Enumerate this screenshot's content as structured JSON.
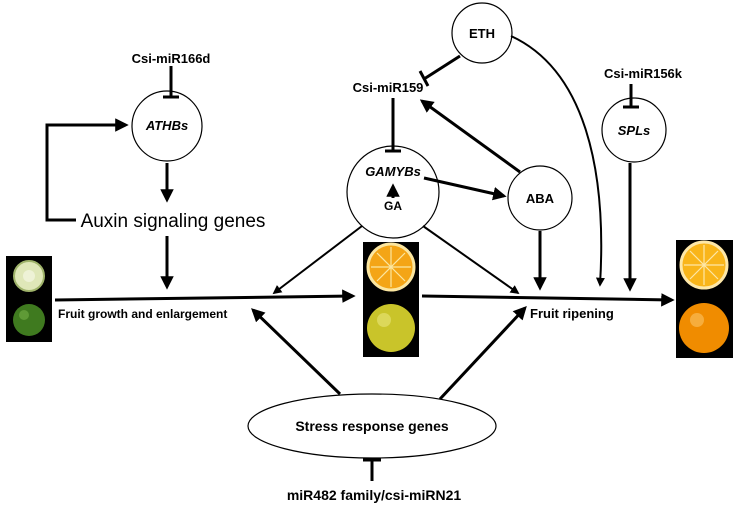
{
  "diagram": {
    "nodes": {
      "csi_mir166d": "Csi-miR166d",
      "athbs": "ATHBs",
      "auxin": "Auxin signaling genes",
      "eth": "ETH",
      "csi_mir159": "Csi-miR159",
      "gamybs": "GAMYBs",
      "ga": "GA",
      "aba": "ABA",
      "csi_mir156k": "Csi-miR156k",
      "spls": "SPLs",
      "fruit_growth": "Fruit growth and enlargement",
      "fruit_ripening": "Fruit ripening",
      "stress": "Stress response genes",
      "mir482": "miR482 family/csi-miRN21"
    },
    "edges": [
      {
        "from": "Csi-miR166d",
        "to": "ATHBs",
        "type": "inhibit"
      },
      {
        "from": "ATHBs",
        "to": "Auxin signaling genes",
        "type": "activate"
      },
      {
        "from": "Auxin signaling genes",
        "to": "ATHBs",
        "type": "activate"
      },
      {
        "from": "Auxin signaling genes",
        "to": "Fruit growth and enlargement",
        "type": "activate"
      },
      {
        "from": "ETH",
        "to": "Csi-miR159",
        "type": "inhibit"
      },
      {
        "from": "ETH",
        "to": "Fruit ripening",
        "type": "activate"
      },
      {
        "from": "Csi-miR159",
        "to": "GAMYBs",
        "type": "inhibit"
      },
      {
        "from": "GAMYBs",
        "to": "ABA",
        "type": "activate"
      },
      {
        "from": "ABA",
        "to": "Csi-miR159",
        "type": "activate"
      },
      {
        "from": "GA",
        "to": "GAMYBs",
        "type": "activate"
      },
      {
        "from": "GA",
        "to": "Fruit growth and enlargement",
        "type": "activate"
      },
      {
        "from": "GA",
        "to": "Fruit ripening",
        "type": "activate"
      },
      {
        "from": "ABA",
        "to": "Fruit ripening",
        "type": "activate"
      },
      {
        "from": "Csi-miR156k",
        "to": "SPLs",
        "type": "inhibit"
      },
      {
        "from": "SPLs",
        "to": "Fruit ripening",
        "type": "activate"
      },
      {
        "from": "Stress response genes",
        "to": "Fruit growth and enlargement",
        "type": "activate"
      },
      {
        "from": "Stress response genes",
        "to": "Fruit ripening",
        "type": "activate"
      },
      {
        "from": "miR482 family/csi-miRN21",
        "to": "Stress response genes",
        "type": "inhibit"
      }
    ],
    "photos": [
      {
        "stage": "early",
        "top": "small green fruit cross-section",
        "bottom": "small green fruit"
      },
      {
        "stage": "middle",
        "top": "orange fruit cross-section",
        "bottom": "yellow-green fruit"
      },
      {
        "stage": "ripe",
        "top": "orange fruit cross-section",
        "bottom": "ripe orange fruit"
      }
    ]
  },
  "colors": {
    "ink": "#000000",
    "background": "#ffffff",
    "photo_bg": "#000000",
    "green_fruit": "#3f7a1f",
    "pale_fruit": "#dfe7b8",
    "orange_pulp": "#f4a516",
    "yellow_green_fruit": "#c9c42a",
    "orange_peel": "#f08c00"
  }
}
